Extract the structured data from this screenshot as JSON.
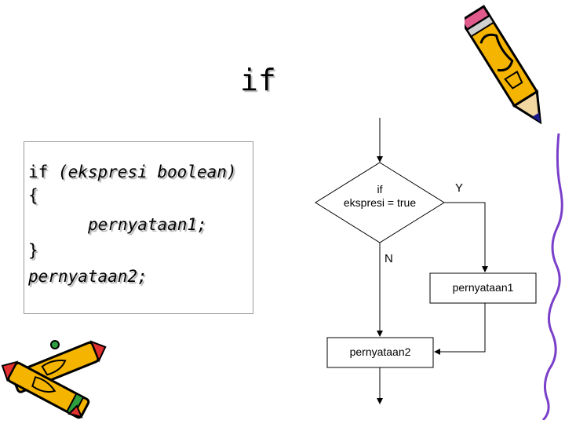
{
  "title": "if",
  "code": {
    "line1_keyword": "if ",
    "line1_condition": "(ekspresi boolean)",
    "line2": "{",
    "line3": "pernyataan1;",
    "line4": "}",
    "line5": "pernyataan2;"
  },
  "flowchart": {
    "decision_line1": "if",
    "decision_line2": "ekspresi = true",
    "yes_label": "Y",
    "no_label": "N",
    "process_true": "pernyataan1",
    "process_after": "pernyataan2"
  },
  "decorations": {
    "top_right": "pencil-icon",
    "bottom_left": "crayons-icon",
    "right_edge": "squiggle-line"
  }
}
